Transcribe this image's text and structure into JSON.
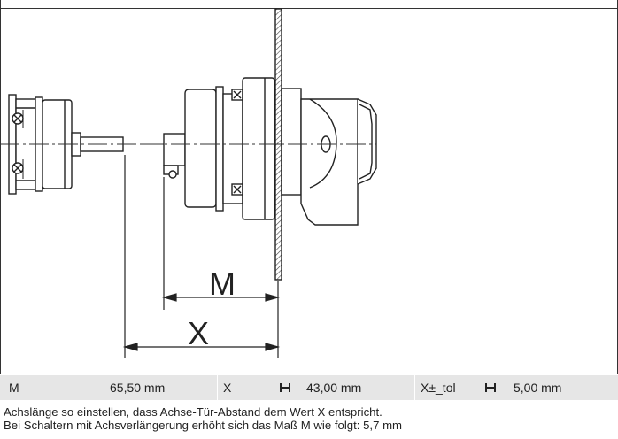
{
  "diagram": {
    "label_m": "M",
    "label_x": "X"
  },
  "dimensions": [
    {
      "name": "M",
      "value": "65,50 mm"
    },
    {
      "name": "X",
      "value": "43,00 mm",
      "icon": "width-dimension-icon"
    },
    {
      "name": "X±_tol",
      "value": "5,00 mm",
      "icon": "width-dimension-icon"
    }
  ],
  "notes": [
    "Achslänge so einstellen, dass Achse-Tür-Abstand dem Wert X entspricht.",
    "Bei Schaltern mit Achsverlängerung erhöht sich das Maß M wie folgt: 5,7 mm"
  ]
}
